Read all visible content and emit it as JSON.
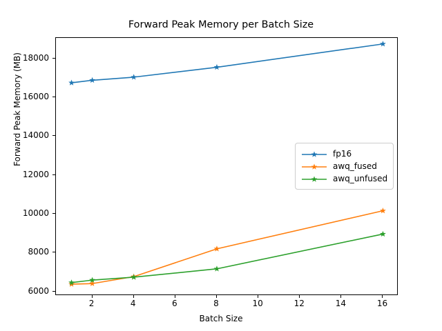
{
  "chart_data": {
    "type": "line",
    "title": "Forward Peak Memory per Batch Size",
    "xlabel": "Batch Size",
    "ylabel": "Forward Peak Memory (MB)",
    "x": [
      1,
      2,
      4,
      8,
      16
    ],
    "xlim": [
      0.25,
      16.75
    ],
    "ylim": [
      5770,
      19050
    ],
    "xticks": [
      2,
      4,
      6,
      8,
      10,
      12,
      14,
      16
    ],
    "xtick_labels": [
      "2",
      "4",
      "6",
      "8",
      "10",
      "12",
      "14",
      "16"
    ],
    "yticks": [
      6000,
      8000,
      10000,
      12000,
      14000,
      16000,
      18000
    ],
    "ytick_labels": [
      "6000",
      "8000",
      "10000",
      "12000",
      "14000",
      "16000",
      "18000"
    ],
    "grid": false,
    "legend_position": "center-right",
    "marker": "star",
    "series": [
      {
        "name": "fp16",
        "color": "#1f77b4",
        "values": [
          16740,
          16870,
          17030,
          17540,
          18740
        ]
      },
      {
        "name": "awq_fused",
        "color": "#ff7f0e",
        "values": [
          6370,
          6400,
          6760,
          8190,
          10150
        ]
      },
      {
        "name": "awq_unfused",
        "color": "#2ca02c",
        "values": [
          6450,
          6580,
          6730,
          7160,
          8950
        ]
      }
    ]
  },
  "legend": {
    "entries": [
      {
        "label": "fp16",
        "color": "#1f77b4"
      },
      {
        "label": "awq_fused",
        "color": "#ff7f0e"
      },
      {
        "label": "awq_unfused",
        "color": "#2ca02c"
      }
    ]
  }
}
